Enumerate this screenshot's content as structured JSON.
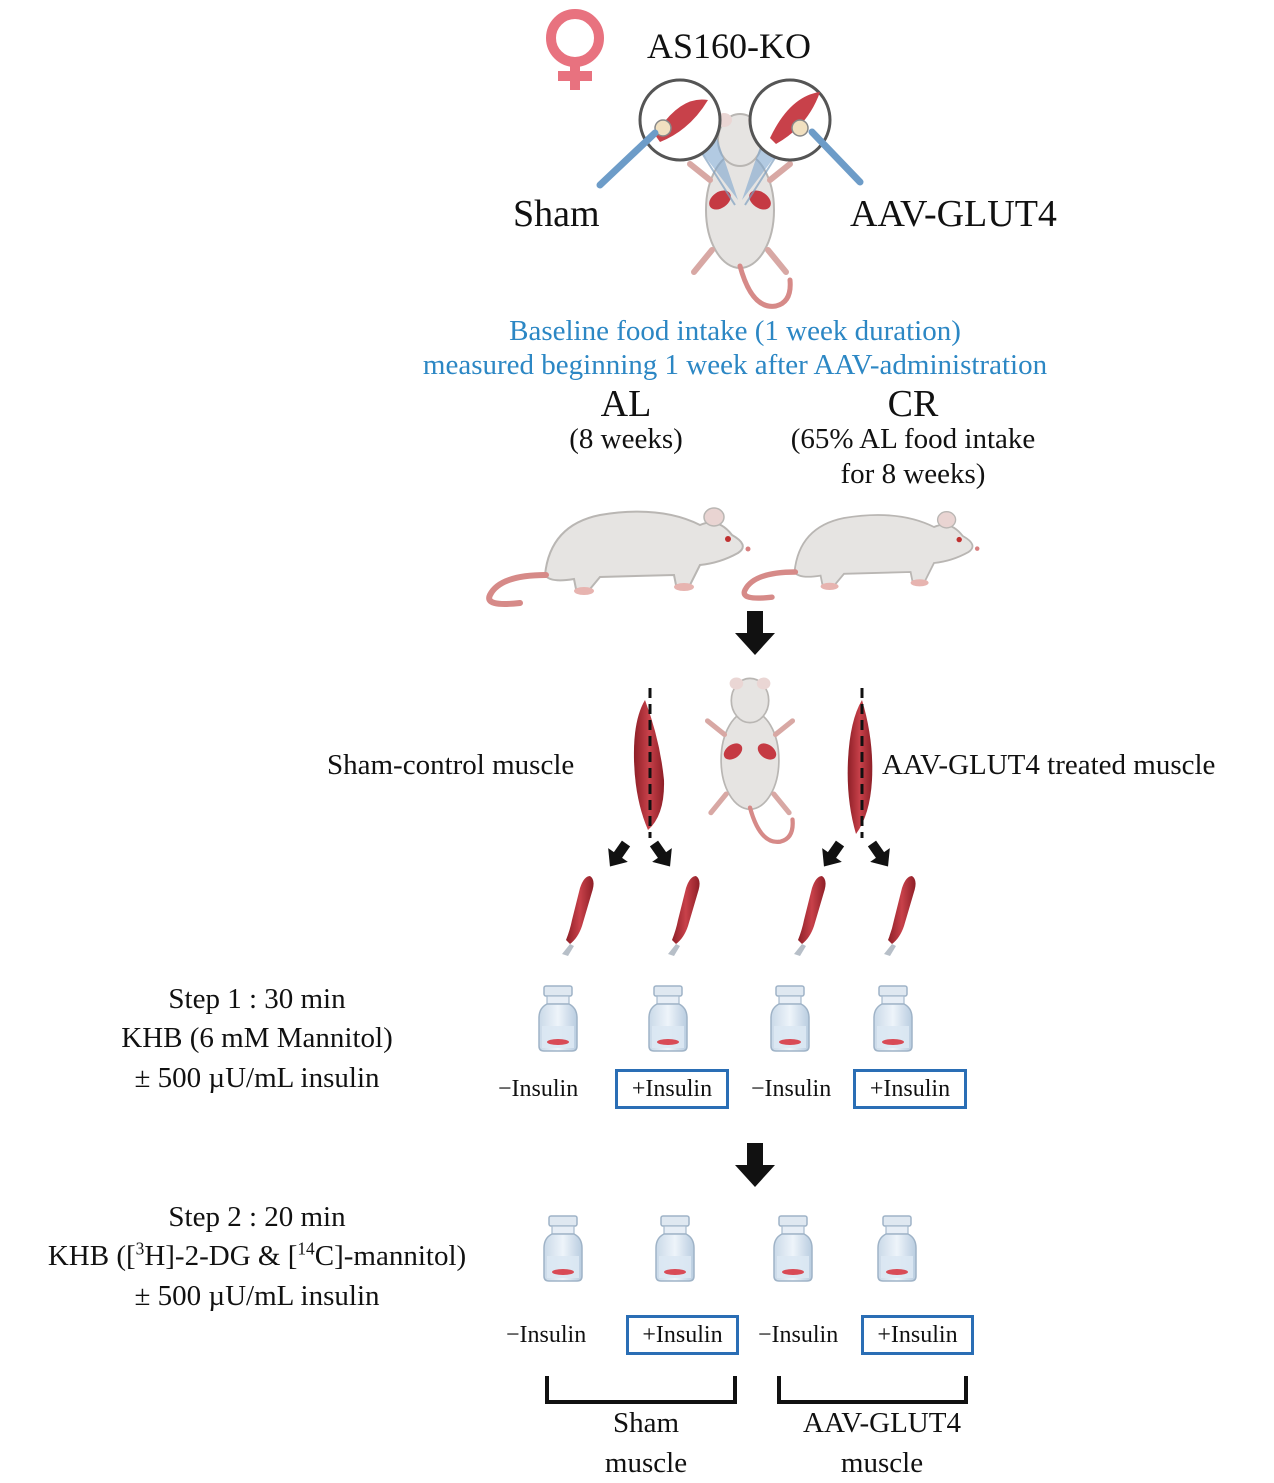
{
  "header": {
    "female_symbol": "♀",
    "model": "AS160-KO",
    "left_label": "Sham",
    "right_label": "AAV-GLUT4"
  },
  "baseline": {
    "line1": "Baseline food intake (1 week duration)",
    "line2": "measured beginning 1 week after AAV-administration"
  },
  "diet_groups": {
    "al": {
      "title": "AL",
      "detail": "(8 weeks)"
    },
    "cr": {
      "title": "CR",
      "detail_line1": "(65% AL food intake",
      "detail_line2": "for 8 weeks)"
    }
  },
  "muscles": {
    "left": "Sham-control muscle",
    "right": "AAV-GLUT4 treated muscle"
  },
  "step1": {
    "line1": "Step 1 : 30 min",
    "line2": "KHB (6 mM Mannitol)",
    "line3": "± 500 µU/mL insulin"
  },
  "step2": {
    "line1": "Step 2 : 20 min",
    "line2_pre": "KHB ([",
    "line2_sup1": "3",
    "line2_mid": "H]-2-DG & [",
    "line2_sup2": "14",
    "line2_post": "C]-mannitol)",
    "line3": "± 500 µU/mL insulin"
  },
  "conditions": [
    "−Insulin",
    "+Insulin",
    "−Insulin",
    "+Insulin"
  ],
  "groups": {
    "sham_line1": "Sham",
    "sham_line2": "muscle",
    "aav_line1": "AAV-GLUT4",
    "aav_line2": "muscle"
  },
  "colors": {
    "female_symbol": "#e8727f",
    "baseline_text": "#2c87c4",
    "highlight_box": "#2a6eb5",
    "muscle": "#b8323a"
  }
}
